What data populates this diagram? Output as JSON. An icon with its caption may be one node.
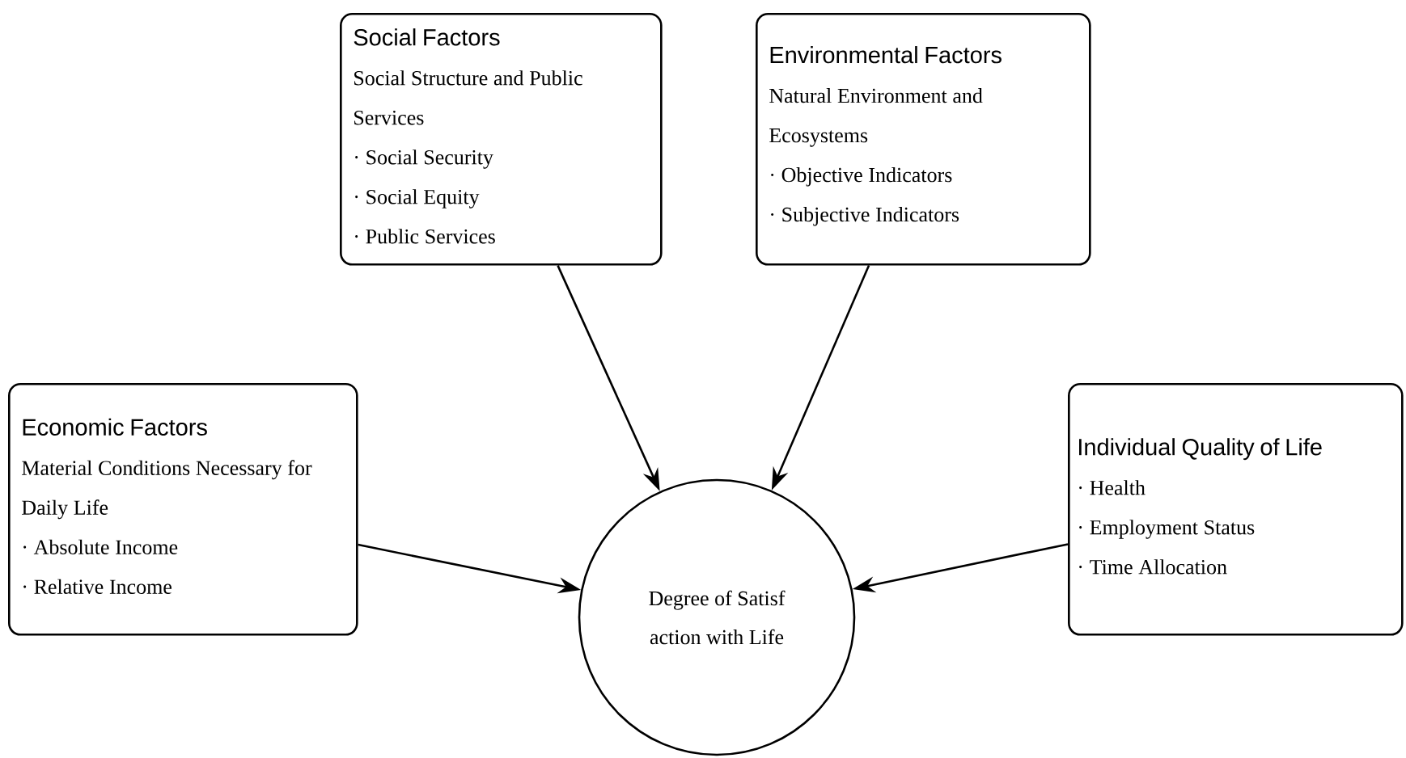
{
  "diagram": {
    "nodes": [
      {
        "text": [
          "Social Factors",
          "Social Structure and Public Services",
          "· Social Security",
          "· Social Equity",
          "· Public Services"
        ]
      },
      {
        "text": [
          "Environmental Factors",
          "Natural Environment and Ecosystems",
          "· Objective Indicators",
          "· Subjective Indicators"
        ]
      },
      {
        "text": [
          "Economic Factors",
          "Material Conditions Necessary for Daily Life",
          "· Absolute Income",
          "· Relative Income"
        ]
      },
      {
        "text": [
          "Degree of Satisf action with Life"
        ]
      },
      {
        "text": [
          "Individual Quality of Life",
          "· Health",
          "· Employment Status",
          "· Time Allocation"
        ]
      }
    ],
    "edges": [
      {
        "from": 0,
        "to": 3,
        "arrow": "to"
      },
      {
        "from": 1,
        "to": 3,
        "arrow": "to"
      },
      {
        "from": 2,
        "to": 3,
        "arrow": "to"
      },
      {
        "from": 4,
        "to": 3,
        "arrow": "to"
      }
    ]
  }
}
